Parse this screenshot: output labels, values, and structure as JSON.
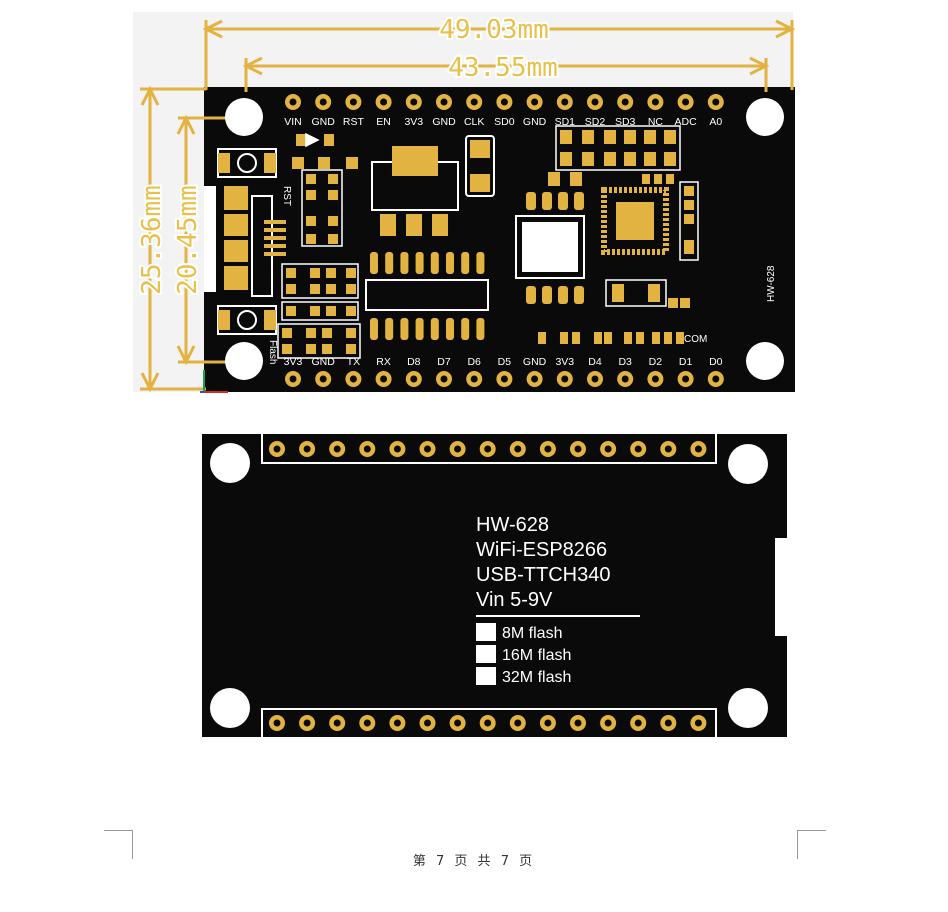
{
  "top_board": {
    "dim_width_outer": "49.03mm",
    "dim_width_inner": "43.55mm",
    "dim_height_outer": "25.36mm",
    "dim_height_inner": "20.45mm",
    "top_pins": [
      "VIN",
      "GND",
      "RST",
      "EN",
      "3V3",
      "GND",
      "CLK",
      "SD0",
      "GND",
      "SD1",
      "SD2",
      "SD3",
      "NC",
      "ADC",
      "A0"
    ],
    "bottom_pins": [
      "3V3",
      "GND",
      "TX",
      "RX",
      "D8",
      "D7",
      "D6",
      "D5",
      "GND",
      "3V3",
      "D4",
      "D3",
      "D2",
      "D1",
      "D0"
    ],
    "labels": {
      "rst": "RST",
      "flash": "Flash",
      "com": "COM",
      "model": "HW-628"
    }
  },
  "bottom_board": {
    "lines": [
      "HW-628",
      "WiFi-ESP8266",
      "USB-TTCH340",
      "Vin 5-9V"
    ],
    "flash_options": [
      "8M flash",
      "16M flash",
      "32M flash"
    ]
  },
  "footer": {
    "page_text": "第 7 页 共 7 页"
  },
  "colors": {
    "board": "#0a0a0a",
    "gold": "#e2b341",
    "dim": "#e8c04a",
    "silk": "#ffffff"
  }
}
